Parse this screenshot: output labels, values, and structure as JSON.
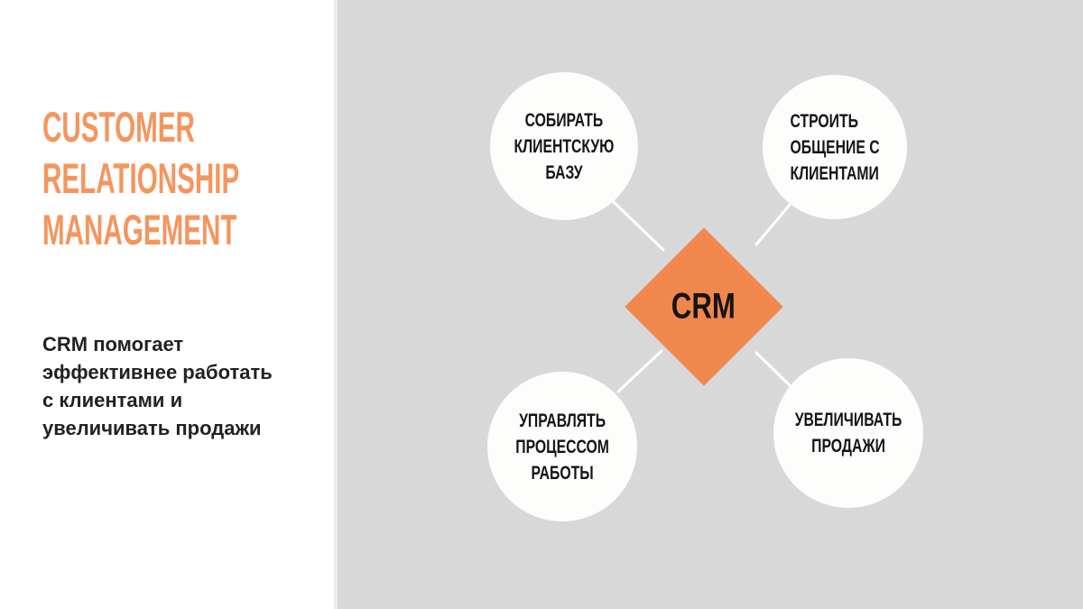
{
  "canvas": {
    "background_color": "#d8d8d8",
    "panel_color": "#ffffff"
  },
  "sidebar": {
    "title_lines": [
      "CUSTOMER",
      "RELATIONSHIP",
      "MANAGEMENT"
    ],
    "title_color": "#f5955e",
    "description_lines": [
      "CRM помогает",
      "эффективнее работать",
      "с клиентами и",
      "увеличивать продажи"
    ]
  },
  "diagram": {
    "center": {
      "label": "CRM",
      "color": "#f0874d"
    },
    "connector_color": "#ffffff",
    "nodes": [
      {
        "id": "collect-client-base",
        "lines": [
          "СОБИРАТЬ",
          "КЛИЕНТСКУЮ",
          "БАЗУ"
        ]
      },
      {
        "id": "build-communication",
        "lines": [
          "СТРОИТЬ",
          "ОБЩЕНИЕ С",
          "КЛИЕНТАМИ"
        ]
      },
      {
        "id": "manage-workflow",
        "lines": [
          "УПРАВЛЯТЬ",
          "ПРОЦЕССОМ",
          "РАБОТЫ"
        ]
      },
      {
        "id": "increase-sales",
        "lines": [
          "УВЕЛИЧИВАТЬ",
          "ПРОДАЖИ"
        ]
      }
    ]
  }
}
